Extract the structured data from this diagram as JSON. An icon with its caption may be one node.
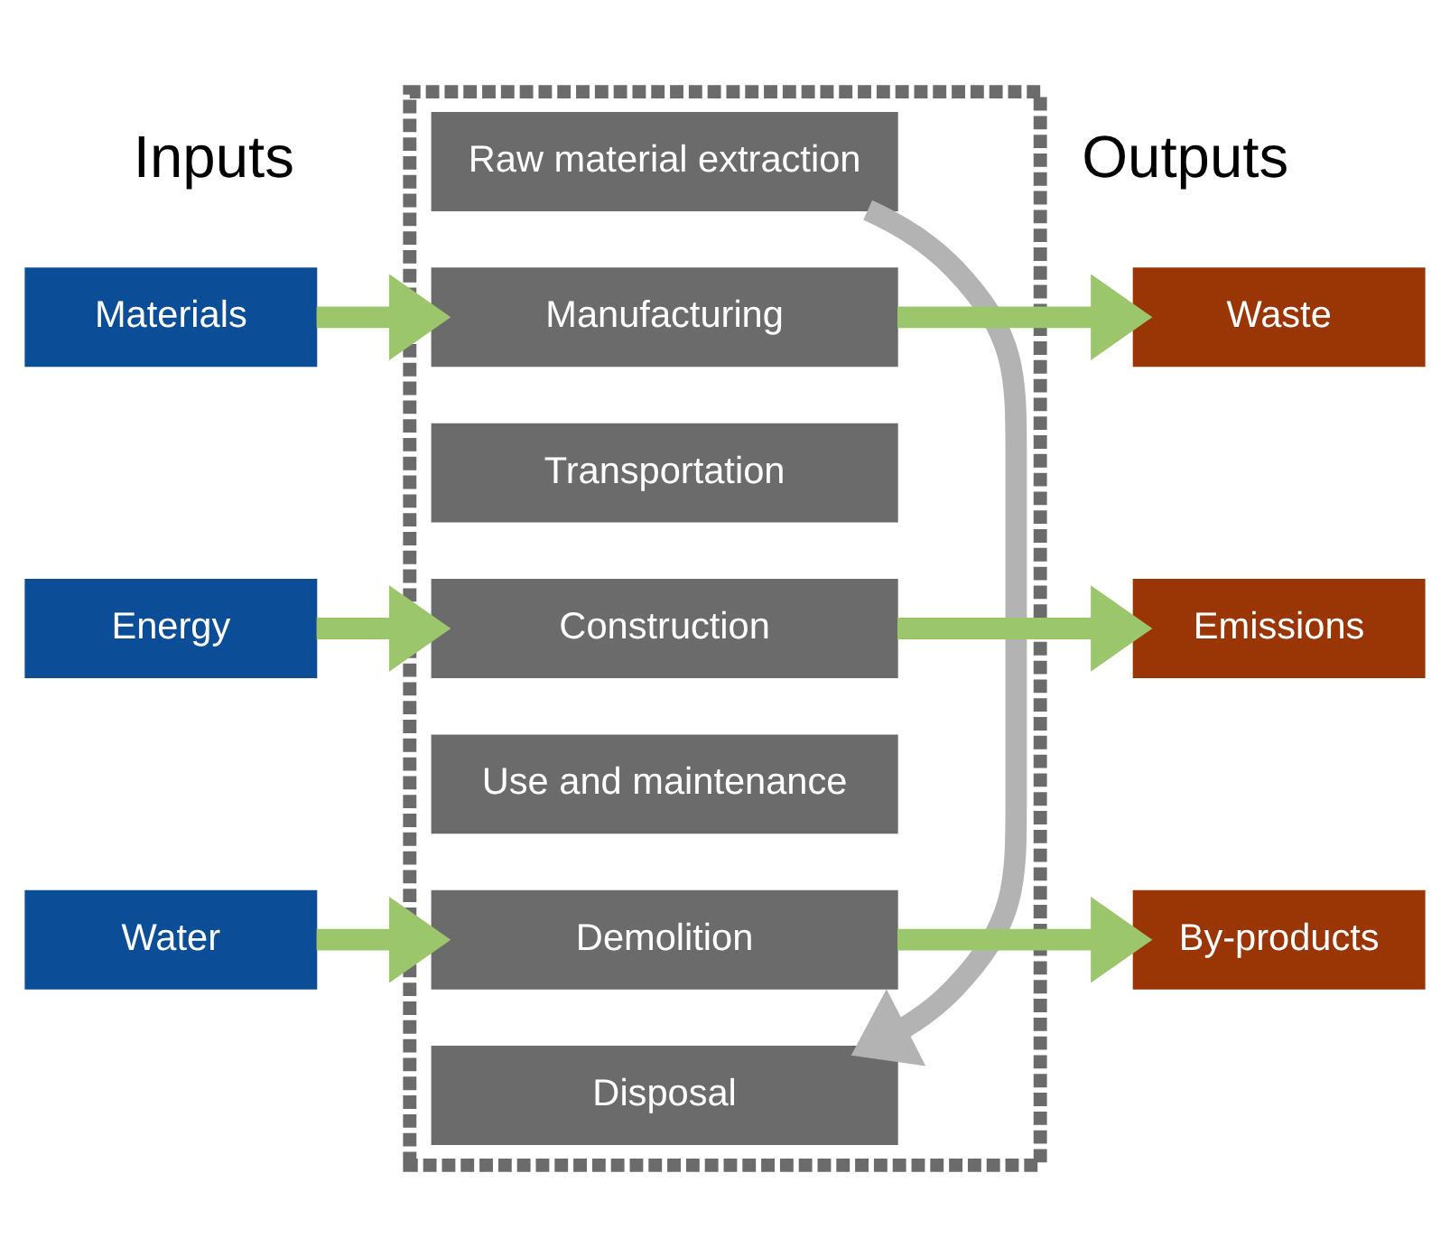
{
  "diagram": {
    "nodes": [
      {
        "text": [],
        "shape": "box"
      },
      {
        "text": [
          "Raw material extraction"
        ],
        "in": 0
      },
      {
        "text": [
          "Manufacturing"
        ],
        "in": 0
      },
      {
        "text": [
          "Transportation"
        ],
        "in": 0
      },
      {
        "text": [
          "Construction"
        ],
        "in": 0
      },
      {
        "text": [
          "Use and maintenance"
        ],
        "in": 0
      },
      {
        "text": [
          "Demolition"
        ],
        "in": 0
      },
      {
        "text": [
          "Disposal"
        ],
        "in": 0
      },
      {
        "text": [
          "Materials"
        ]
      },
      {
        "text": [
          "Energy"
        ]
      },
      {
        "text": [
          "Water"
        ]
      },
      {
        "text": [
          "Waste"
        ]
      },
      {
        "text": [
          "Emissions"
        ]
      },
      {
        "text": [
          "By-products"
        ]
      }
    ],
    "edges": [
      {
        "from": 1,
        "to": 7,
        "arrow": "to",
        "color": "#b3b3b3"
      },
      {
        "from": 8,
        "to": 2,
        "arrow": "to"
      },
      {
        "from": 9,
        "to": 4,
        "arrow": "to"
      },
      {
        "from": 10,
        "to": 6,
        "arrow": "to"
      },
      {
        "from": 2,
        "to": 11,
        "arrow": "to"
      },
      {
        "from": 4,
        "to": 12,
        "arrow": "to"
      },
      {
        "from": 6,
        "to": 13,
        "arrow": "to"
      }
    ],
    "labels": [
      "Inputs",
      "Outputs"
    ]
  }
}
